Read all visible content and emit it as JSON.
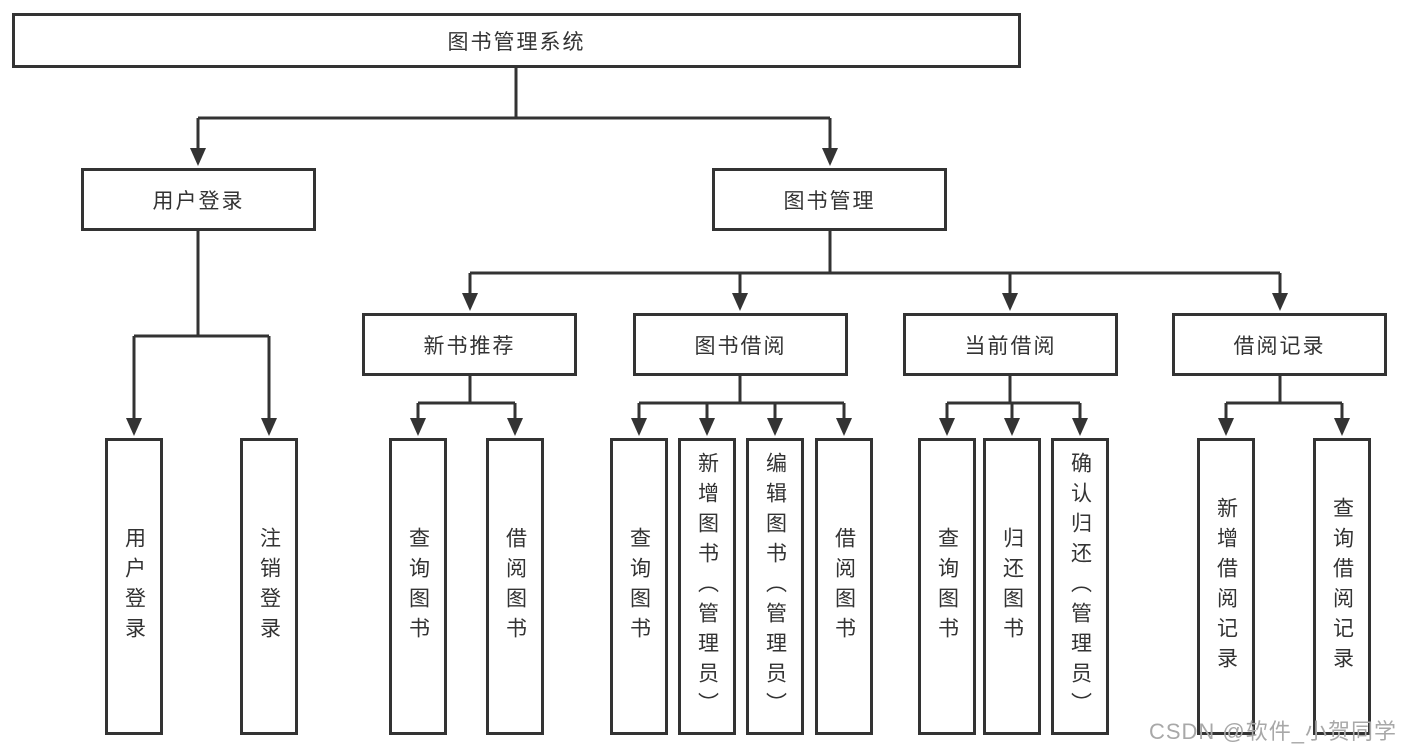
{
  "page": {
    "background_color": "#ffffff",
    "line_color": "#333333",
    "text_color": "#333333"
  },
  "tree": {
    "label": "图书管理系统",
    "children": [
      {
        "label": "用户登录",
        "children": [
          {
            "label": "用户登录"
          },
          {
            "label": "注销登录"
          }
        ]
      },
      {
        "label": "图书管理",
        "children": [
          {
            "label": "新书推荐",
            "children": [
              {
                "label": "查询图书"
              },
              {
                "label": "借阅图书"
              }
            ]
          },
          {
            "label": "图书借阅",
            "children": [
              {
                "label": "查询图书"
              },
              {
                "label": "新增图书（管理员）"
              },
              {
                "label": "编辑图书（管理员）"
              },
              {
                "label": "借阅图书"
              }
            ]
          },
          {
            "label": "当前借阅",
            "children": [
              {
                "label": "查询图书"
              },
              {
                "label": "归还图书"
              },
              {
                "label": "确认归还（管理员）"
              }
            ]
          },
          {
            "label": "借阅记录",
            "children": [
              {
                "label": "新增借阅记录"
              },
              {
                "label": "查询借阅记录"
              }
            ]
          }
        ]
      }
    ]
  },
  "watermark": {
    "text": "CSDN @软件_小贺同学",
    "color": "#a8a8a8"
  }
}
